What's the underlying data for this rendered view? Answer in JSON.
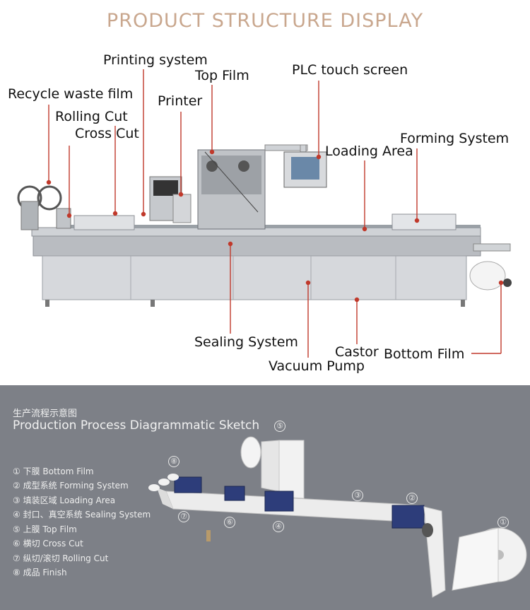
{
  "title": "PRODUCT STRUCTURE DISPLAY",
  "machine_labels": {
    "printing_system": "Printing system",
    "top_film": "Top Film",
    "plc": "PLC touch screen",
    "recycle": "Recycle waste film",
    "printer": "Printer",
    "rolling_cut": "Rolling Cut",
    "cross_cut": "Cross Cut",
    "forming": "Forming System",
    "loading": "Loading Area",
    "sealing": "Sealing System",
    "castor": "Castor",
    "bottom_film": "Bottom Film",
    "vacuum": "Vacuum Pump"
  },
  "sketch": {
    "title_zh": "生产流程示意图",
    "title_en": "Production Process Diagrammatic Sketch",
    "steps": [
      "① 下膜 Bottom Film",
      "② 成型系统 Forming System",
      "③ 填装区域 Loading Area",
      "④ 封口、真空系统 Sealing System",
      "⑤ 上膜 Top Film",
      "⑥ 横切 Cross Cut",
      "⑦ 纵切/滚切 Rolling Cut",
      "⑧ 成品 Finish"
    ],
    "markers": [
      "⑤",
      "⑧",
      "③",
      "②",
      "①",
      "⑦",
      "⑥",
      "④"
    ]
  }
}
